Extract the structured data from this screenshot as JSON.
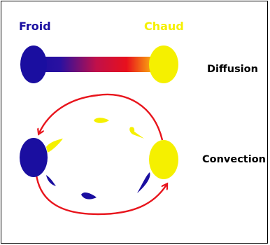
{
  "labels": {
    "cold": "Froid",
    "hot": "Chaud",
    "diffusion": "Diffusion",
    "convection": "Convection"
  },
  "colors": {
    "cold": "#1a0ea0",
    "hot": "#f5f000",
    "arrow": "#e8141c",
    "text": "#000000",
    "gradient_mid": "#c0104a"
  }
}
